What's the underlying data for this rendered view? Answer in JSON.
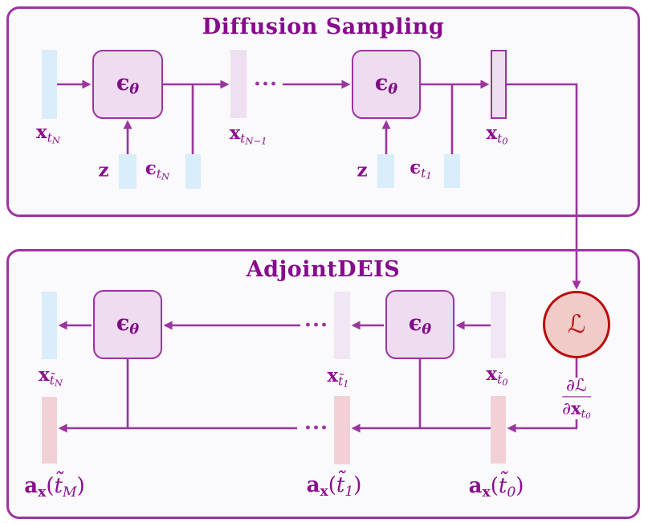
{
  "palette": {
    "purple_line": "#9c34a0",
    "purple_text": "#8a0f8f",
    "title_text": "#870b8c",
    "node_fill": "#efdcf1",
    "panel_fill": "#faf9fb",
    "blue_bar": "#d9edfb",
    "lavender_bar": "#eedff2",
    "lavender_bar_light": "#f1e6f4",
    "pink_bar": "#f2d1d6",
    "loss_fill": "#f1cbc7",
    "loss_border": "#b90c0c",
    "loss_text": "#c11616"
  },
  "top_box": {
    "title": "Diffusion Sampling",
    "node1": {
      "base": "ϵ",
      "sub": "θ"
    },
    "node2": {
      "base": "ϵ",
      "sub": "θ"
    },
    "labels": {
      "x_tN": {
        "base": "x",
        "sub": "t",
        "subsub": "N"
      },
      "x_tNm1": {
        "base": "x",
        "sub": "t",
        "subsub": "N−1"
      },
      "x_t0": {
        "base": "x",
        "sub": "t",
        "subsub": "0"
      },
      "z1": "z",
      "z2": "z",
      "eps_tN": {
        "base": "ϵ",
        "sub": "t",
        "subsub": "N"
      },
      "eps_t1": {
        "base": "ϵ",
        "sub": "t",
        "subsub": "1"
      },
      "dots": "···"
    }
  },
  "bottom_box": {
    "title": "AdjointDEIS",
    "node1": {
      "base": "ϵ",
      "sub": "θ"
    },
    "node2": {
      "base": "ϵ",
      "sub": "θ"
    },
    "labels": {
      "x_ttN": {
        "base": "x",
        "sub": "t̃",
        "subsub": "N"
      },
      "x_tt1": {
        "base": "x",
        "sub": "t̃",
        "subsub": "1"
      },
      "x_tt0": {
        "base": "x",
        "sub": "t̃",
        "subsub": "0"
      },
      "loss": "ℒ",
      "grad": {
        "num": "∂ℒ",
        "den_d": "∂",
        "den_x": "x",
        "den_sub": "t",
        "den_subsub": "0"
      },
      "a_x_tM": {
        "base": "a",
        "sub": "x",
        "open": "(",
        "t": "t̃",
        "tsub": "M",
        "close": ")"
      },
      "a_x_t1": {
        "base": "a",
        "sub": "x",
        "open": "(",
        "t": "t̃",
        "tsub": "1",
        "close": ")"
      },
      "a_x_t0": {
        "base": "a",
        "sub": "x",
        "open": "(",
        "t": "t̃",
        "tsub": "0",
        "close": ")"
      },
      "dots_state": "···",
      "dots_adjoint": "···"
    }
  }
}
